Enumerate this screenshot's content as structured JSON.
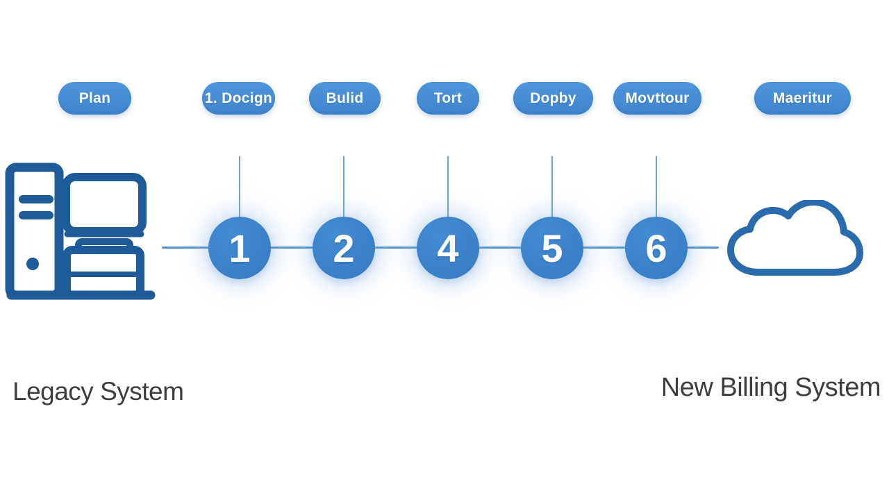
{
  "phases": [
    {
      "label": "Plan"
    },
    {
      "label": "1. Docign"
    },
    {
      "label": "Bulid"
    },
    {
      "label": "Tort"
    },
    {
      "label": "Dopby"
    },
    {
      "label": "Movttour"
    },
    {
      "label": "Maeritur"
    }
  ],
  "steps": [
    {
      "number": "1"
    },
    {
      "number": "2"
    },
    {
      "number": "4"
    },
    {
      "number": "5"
    },
    {
      "number": "6"
    }
  ],
  "endpoints": {
    "left_label": "Legacy System",
    "right_label": "New Billing System",
    "left_icon": "legacy-computer-icon",
    "right_icon": "cloud-icon"
  },
  "colors": {
    "pill_blue": "#4289d2",
    "circle_blue": "#3a80c7",
    "connector_blue": "#5e99d0",
    "icon_navy": "#1f5a99",
    "cloud_blue": "#2a6bad",
    "label_gray": "#3d3d41",
    "background": "#ffffff"
  }
}
